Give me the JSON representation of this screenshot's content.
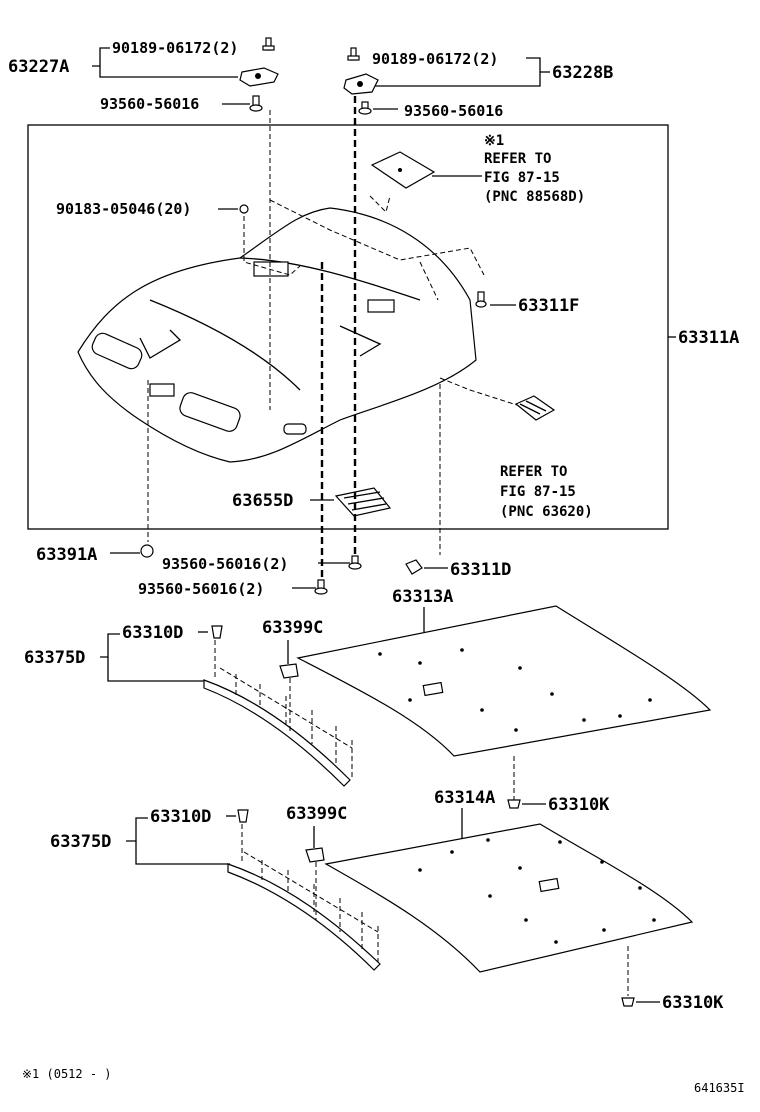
{
  "labels": {
    "p63227A": "63227A",
    "p90189_left": "90189-06172(2)",
    "p93560_left": "93560-56016",
    "p90189_right": "90189-06172(2)",
    "p63228B": "63228B",
    "p93560_right": "93560-56016",
    "p90183": "90183-05046(20)",
    "p63311F": "63311F",
    "p63311A": "63311A",
    "p63655D": "63655D",
    "p63391A": "63391A",
    "p93560_a": "93560-56016(2)",
    "p93560_b": "93560-56016(2)",
    "p63311D": "63311D",
    "p63313A": "63313A",
    "p63310D_1": "63310D",
    "p63375D_1": "63375D",
    "p63399C_1": "63399C",
    "p63314A": "63314A",
    "p63310K_1": "63310K",
    "p63310D_2": "63310D",
    "p63375D_2": "63375D",
    "p63399C_2": "63399C",
    "p63310K_2": "63310K"
  },
  "notes": {
    "ref1_mark": "※1",
    "ref1_line1": "REFER TO",
    "ref1_line2": "FIG 87-15",
    "ref1_line3": "(PNC 88568D)",
    "ref2_line1": "REFER TO",
    "ref2_line2": "FIG 87-15",
    "ref2_line3": "(PNC 63620)"
  },
  "footer": {
    "footnote": "※1 (0512 -       )",
    "figure_id": "641635I"
  }
}
